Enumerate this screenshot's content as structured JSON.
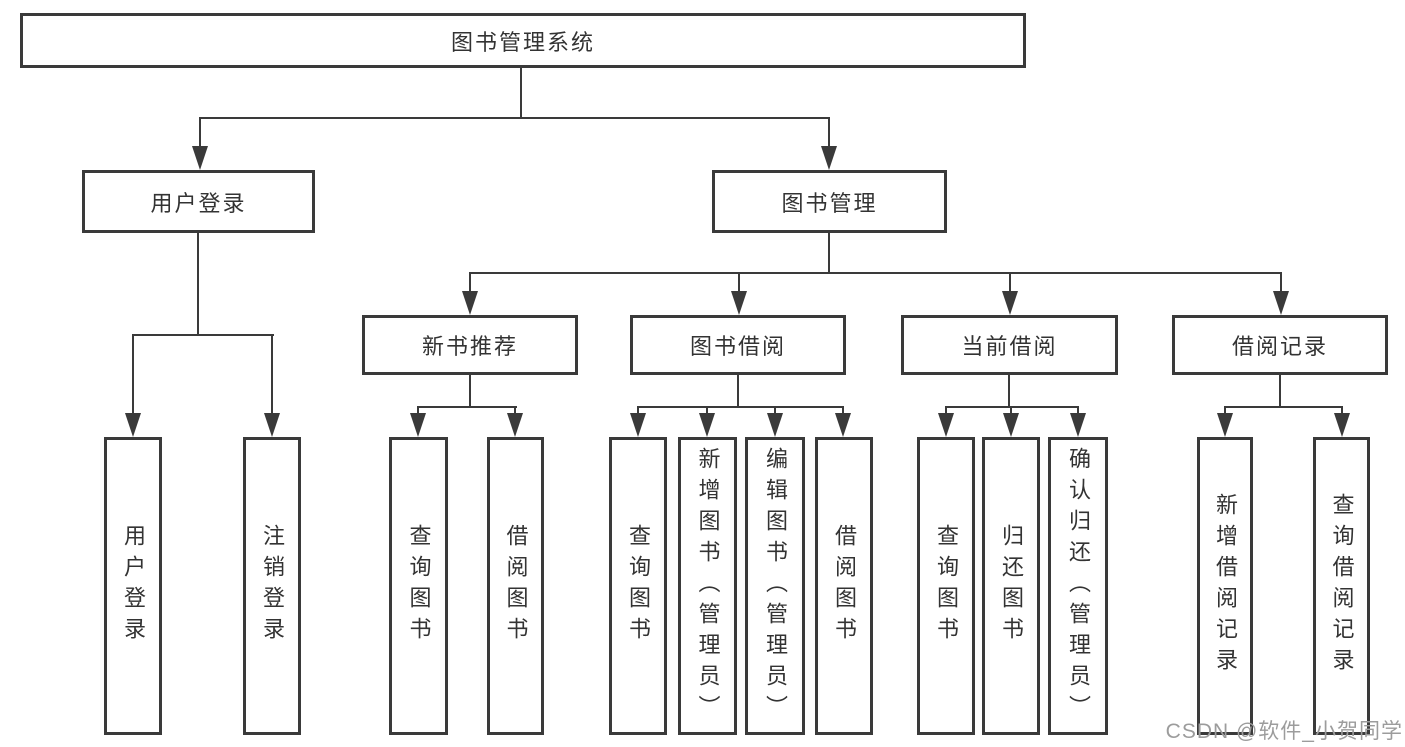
{
  "diagram": {
    "root": {
      "label": "图书管理系统"
    },
    "level2": [
      {
        "label": "用户登录"
      },
      {
        "label": "图书管理"
      }
    ],
    "level3": [
      {
        "label": "新书推荐"
      },
      {
        "label": "图书借阅"
      },
      {
        "label": "当前借阅"
      },
      {
        "label": "借阅记录"
      }
    ],
    "leaves": {
      "user": [
        "用户登录",
        "注销登录"
      ],
      "recommend": [
        "查询图书",
        "借阅图书"
      ],
      "borrow": [
        "查询图书",
        "新增图书（管理员）",
        "编辑图书（管理员）",
        "借阅图书"
      ],
      "current": [
        "查询图书",
        "归还图书",
        "确认归还（管理员）"
      ],
      "records": [
        "新增借阅记录",
        "查询借阅记录"
      ]
    }
  },
  "watermark": {
    "text": "CSDN @软件_小贺同学"
  },
  "colors": {
    "line": "#3a3a3a",
    "text": "#333333",
    "watermark": "#9c9c9c",
    "background": "#ffffff"
  }
}
